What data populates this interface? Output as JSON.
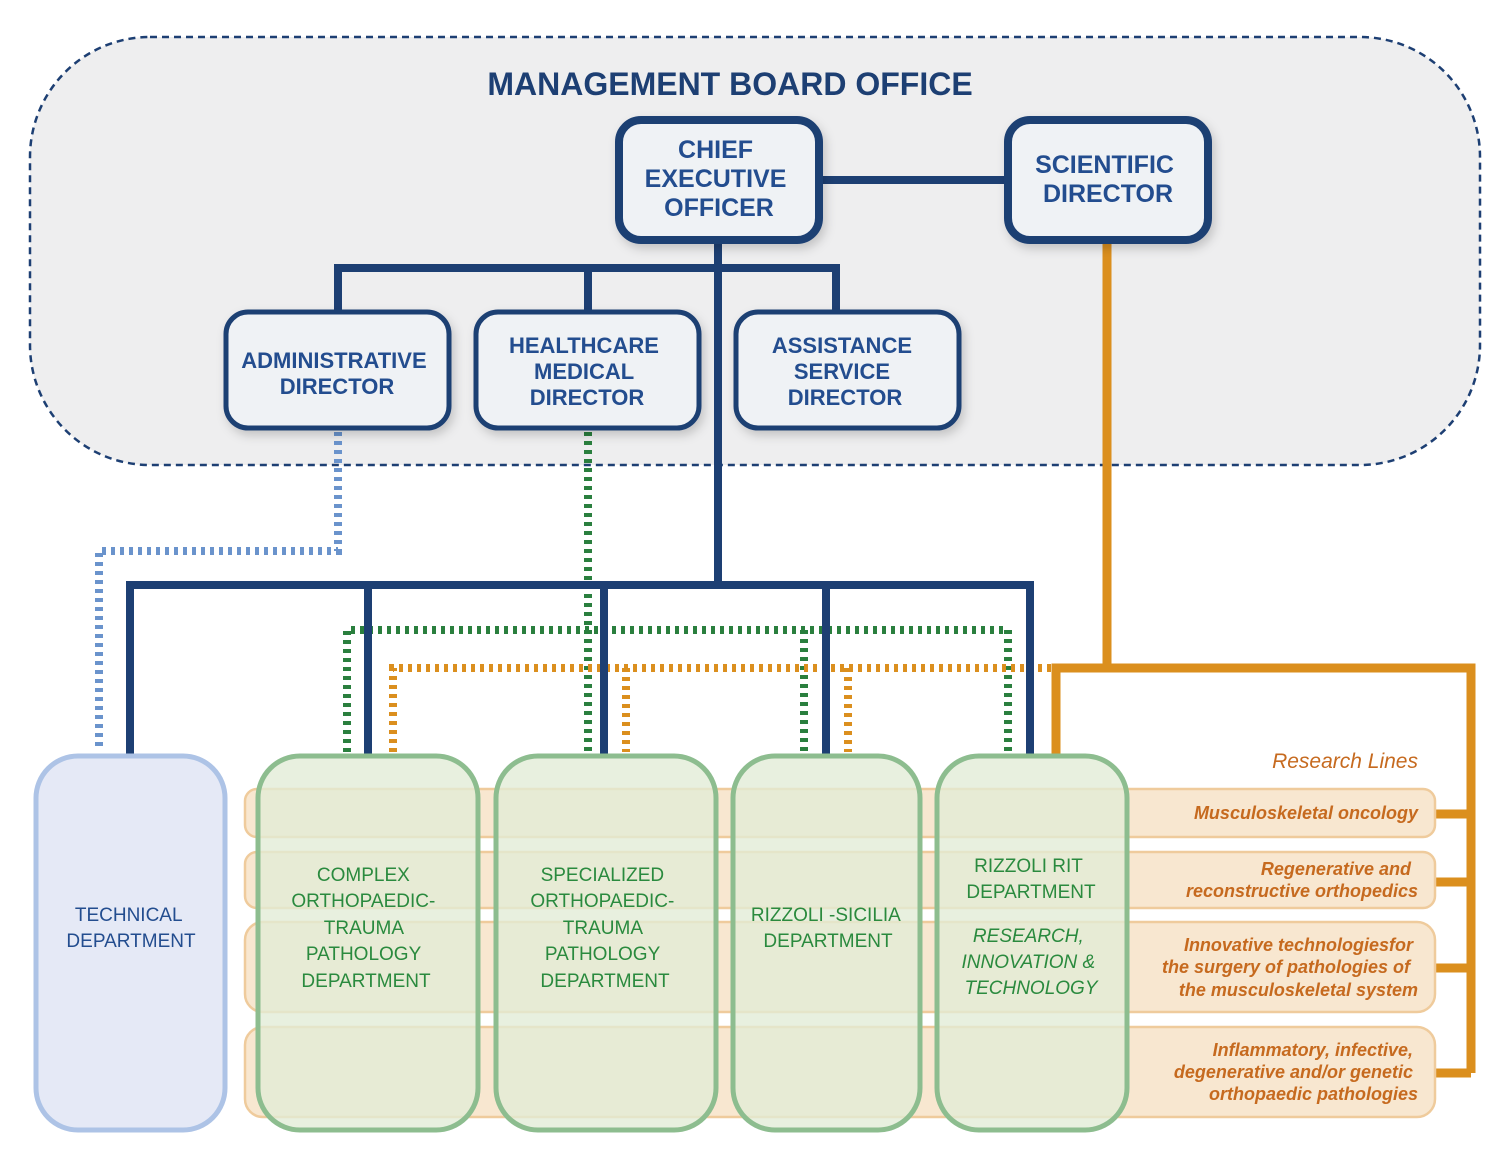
{
  "board": {
    "title": "MANAGEMENT BOARD OFFICE"
  },
  "executives": {
    "ceo": [
      "CHIEF",
      "EXECUTIVE",
      "OFFICER"
    ],
    "scientific": [
      "SCIENTIFIC",
      "DIRECTOR"
    ]
  },
  "directors": [
    {
      "id": "administrative",
      "lines": [
        "ADMINISTRATIVE",
        "DIRECTOR"
      ]
    },
    {
      "id": "healthcare",
      "lines": [
        "HEALTHCARE",
        "MEDICAL",
        "DIRECTOR"
      ]
    },
    {
      "id": "assistance",
      "lines": [
        "ASSISTANCE",
        "SERVICE",
        "DIRECTOR"
      ]
    }
  ],
  "technical_department": [
    "TECHNICAL",
    "DEPARTMENT"
  ],
  "departments": [
    {
      "id": "complex",
      "lines": [
        "COMPLEX",
        "ORTHOPAEDIC-",
        "TRAUMA",
        "PATHOLOGY",
        "DEPARTMENT"
      ],
      "italic_lines": []
    },
    {
      "id": "specialized",
      "lines": [
        "SPECIALIZED",
        "ORTHOPAEDIC-",
        "TRAUMA",
        "PATHOLOGY",
        "DEPARTMENT"
      ],
      "italic_lines": []
    },
    {
      "id": "sicilia",
      "lines": [
        "RIZZOLI -SICILIA",
        "DEPARTMENT"
      ],
      "italic_lines": []
    },
    {
      "id": "rit",
      "lines": [
        "RIZZOLI RIT",
        "DEPARTMENT"
      ],
      "italic_lines": [
        "RESEARCH,",
        "INNOVATION &",
        "TECHNOLOGY"
      ]
    }
  ],
  "research_lines": {
    "heading": "Research Lines",
    "items": [
      {
        "lines": [
          "Musculoskeletal oncology"
        ]
      },
      {
        "lines": [
          "Regenerative and",
          "reconstructive orthopedics"
        ]
      },
      {
        "lines": [
          "Innovative technologiesfor",
          "the surgery of pathologies of",
          "the musculoskeletal system"
        ]
      },
      {
        "lines": [
          "Inflammatory, infective,",
          "degenerative and/or genetic",
          "orthopaedic pathologies"
        ]
      }
    ]
  },
  "colors": {
    "navy": "#1d3f73",
    "navy_text": "#234d8f",
    "board_bg": "#eeeeef",
    "box_bg": "#eff2f5",
    "admin_dotted": "#6a93cc",
    "health_dotted": "#2a7f3e",
    "orange": "#db8f1e",
    "orange_text": "#c66a1f",
    "dept_green": "#8dbd8f",
    "dept_fill": "#e6eedb",
    "tech_blue": "#adc3e6",
    "tech_fill": "#e5e9f6",
    "rl_fill": "#f8e7d0",
    "rl_border": "#efcb9c"
  }
}
